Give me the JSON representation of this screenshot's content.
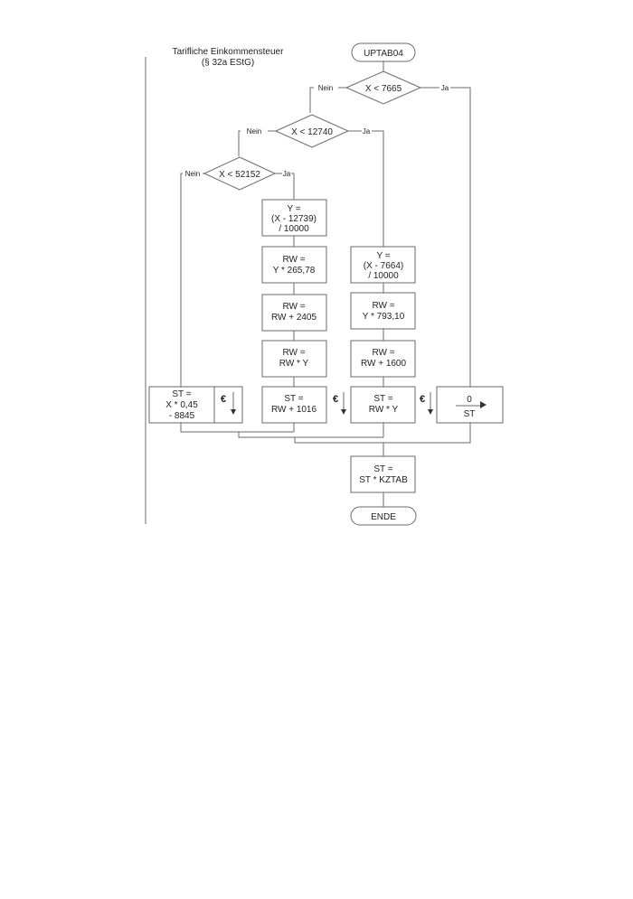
{
  "title": [
    "Tarifliche Einkommensteuer",
    "(§ 32a EStG)"
  ],
  "start": "UPTAB04",
  "end": "ENDE",
  "decisions": {
    "d1": "X < 7665",
    "d2": "X < 12740",
    "d3": "X < 52152"
  },
  "branch_labels": {
    "no": "Nein",
    "yes": "Ja"
  },
  "currency_symbol": "€",
  "boxes": {
    "z3_1": [
      "Y =",
      "(X - 12739)",
      "/ 10000"
    ],
    "z3_2": [
      "RW =",
      "Y * 265,78"
    ],
    "z3_3": [
      "RW =",
      "RW + 2405"
    ],
    "z3_4": [
      "RW =",
      "RW * Y"
    ],
    "z3_5": [
      "ST =",
      "RW + 1016"
    ],
    "z2_1": [
      "Y =",
      "(X - 7664)",
      "/ 10000"
    ],
    "z2_2": [
      "RW =",
      "Y * 793,10"
    ],
    "z2_3": [
      "RW =",
      "RW + 1600"
    ],
    "z2_4": [
      "ST =",
      "RW * Y"
    ],
    "z4_1": [
      "ST =",
      "X * 0,45",
      "- 8845"
    ],
    "z1_from": "0",
    "z1_to": "ST",
    "final": [
      "ST =",
      "ST * KZTAB"
    ]
  }
}
